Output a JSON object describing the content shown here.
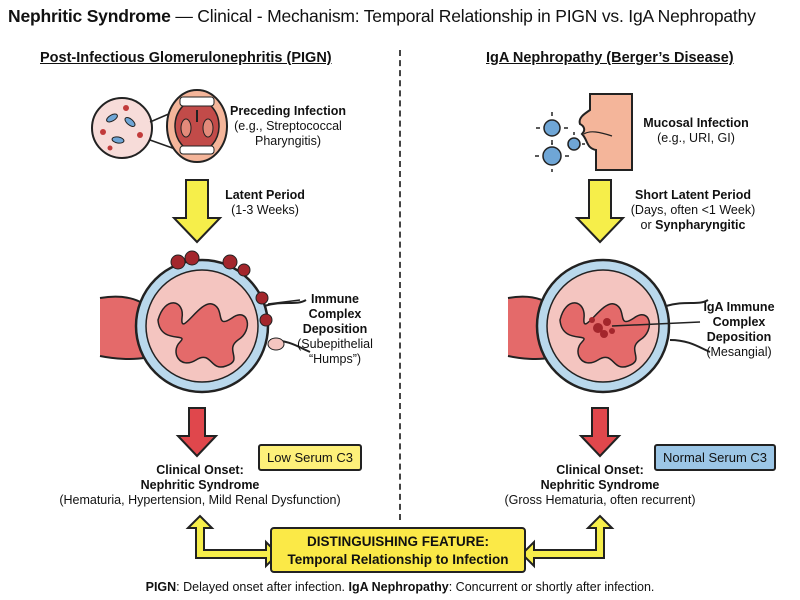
{
  "title": {
    "bold": "Nephritic Syndrome",
    "rest": " — Clinical - Mechanism: Temporal Relationship in PIGN vs. IgA Nephropathy"
  },
  "left": {
    "heading": "Post-Infectious Glomerulonephritis (PIGN)",
    "infection": [
      "Preceding Infection",
      "(e.g., Streptococcal",
      "Pharyngitis)"
    ],
    "latent": [
      "Latent Period",
      "(1-3 Weeks)"
    ],
    "deposition": [
      "Immune",
      "Complex",
      "Deposition",
      "(Subepithelial",
      "“Humps”)"
    ],
    "badge": "Low Serum C3",
    "onset": [
      "Clinical Onset:",
      "Nephritic Syndrome",
      "(Hematuria, Hypertension, Mild Renal Dysfunction)"
    ]
  },
  "right": {
    "heading": "IgA Nephropathy (Berger’s Disease)",
    "infection": [
      "Mucosal Infection",
      "(e.g., URI, GI)"
    ],
    "latent": [
      "Short Latent Period",
      "(Days, often <1 Week)",
      "or ",
      "Synpharyngitic"
    ],
    "deposition": [
      "IgA Immune",
      "Complex",
      "Deposition",
      "(Mesangial)"
    ],
    "badge": "Normal Serum C3",
    "onset": [
      "Clinical Onset:",
      "Nephritic Syndrome",
      "(Gross Hematuria, often recurrent)"
    ]
  },
  "feature": [
    "DISTINGUISHING FEATURE:",
    "Temporal Relationship to Infection"
  ],
  "footer": {
    "pign_label": "PIGN",
    "pign_text": ": Delayed onset after infection. ",
    "iga_label": "IgA Nephropathy",
    "iga_text": ": Concurrent or shortly after infection."
  },
  "colors": {
    "arrow_yellow": "#f6ee4a",
    "arrow_red": "#e0474c",
    "vessel_red": "#e46a6a",
    "capsule_blue": "#b9d8ec",
    "deposit_dark": "#a3262c",
    "badge_low": "#fdf07a",
    "badge_normal": "#9cc6e6",
    "feature_box": "#fbe947"
  },
  "icons": [
    "throat-illustration",
    "bacteria-icon",
    "virus-icon",
    "face-profile-icon",
    "glomerulus-illustration"
  ]
}
